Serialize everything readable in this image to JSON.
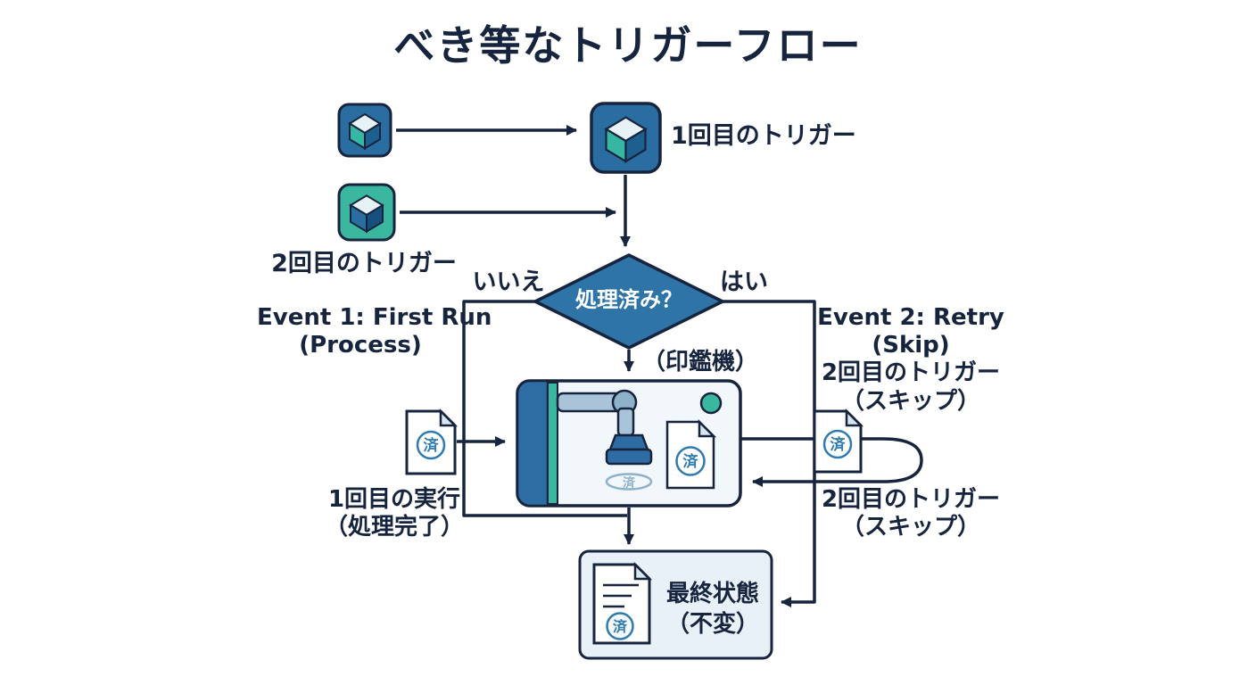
{
  "title": "べき等なトリガーフロー",
  "stamp_char": "済",
  "colors": {
    "navy": "#16243d",
    "blue": "#2f74a7",
    "teal": "#3bb7a0",
    "panel": "#eef5f9",
    "stamp_blue": "#2f7bb0"
  },
  "nodes": {
    "trigger1": {
      "label": "1回目のトリガー"
    },
    "trigger2": {
      "label": "2回目のトリガー"
    },
    "decision": {
      "label": "処理済み？",
      "no_branch": "いいえ",
      "yes_branch": "はい"
    },
    "machine": {
      "label": "（印鑑機）"
    },
    "final": {
      "line1": "最終状態",
      "line2": "（不変）"
    }
  },
  "annotations": {
    "event1": {
      "line1": "Event 1: First Run",
      "line2": "(Process)"
    },
    "event2": {
      "line1": "Event 2: Retry",
      "line2": "(Skip)",
      "line3": "2回目のトリガー",
      "line4": "（スキップ）"
    },
    "first_run": {
      "line1": "1回目の実行",
      "line2": "（処理完了）"
    },
    "retry_skip": {
      "line1": "2回目のトリガー",
      "line2": "（スキップ）"
    }
  }
}
